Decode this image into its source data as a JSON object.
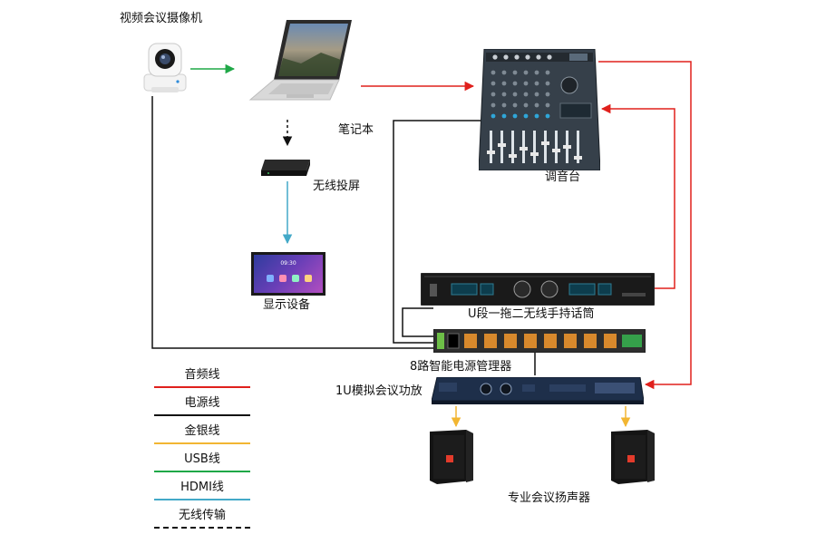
{
  "labels": {
    "camera": "视频会议摄像机",
    "laptop": "笔记本",
    "mixer": "调音台",
    "wireless_cast": "无线投屏",
    "display": "显示设备",
    "mic": "U段一拖二无线手持话筒",
    "power": "8路智能电源管理器",
    "amp": "1U模拟会议功放",
    "speakers": "专业会议扬声器"
  },
  "legend": [
    {
      "label": "音频线",
      "color": "#e0201c",
      "style": "solid"
    },
    {
      "label": "电源线",
      "color": "#111111",
      "style": "solid"
    },
    {
      "label": "金银线",
      "color": "#f2b632",
      "style": "solid"
    },
    {
      "label": "USB线",
      "color": "#1fa847",
      "style": "solid"
    },
    {
      "label": "HDMI线",
      "color": "#43a9c8",
      "style": "solid"
    },
    {
      "label": "无线传输",
      "color": "#111111",
      "style": "dashed"
    }
  ],
  "screen_text": "09:30",
  "colors": {
    "audio": "#e0201c",
    "power": "#111111",
    "speaker": "#f2b632",
    "usb": "#1fa847",
    "hdmi": "#43a9c8"
  }
}
